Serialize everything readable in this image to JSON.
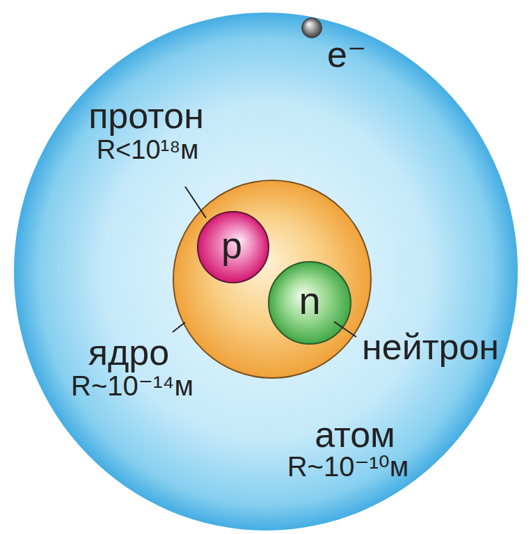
{
  "diagram": {
    "nodes": [
      {
        "text": [
          "атом",
          "R~10⁻¹⁰м"
        ]
      },
      {
        "text": [
          "e⁻"
        ],
        "in": 0
      },
      {
        "text": [
          "ядро",
          "R~10⁻¹⁴м"
        ],
        "in": 0
      },
      {
        "text": [
          "p",
          "протон",
          "R<10¹⁸м"
        ],
        "in": 2
      },
      {
        "text": [
          "n",
          "нейтрон"
        ],
        "in": 2
      }
    ]
  }
}
